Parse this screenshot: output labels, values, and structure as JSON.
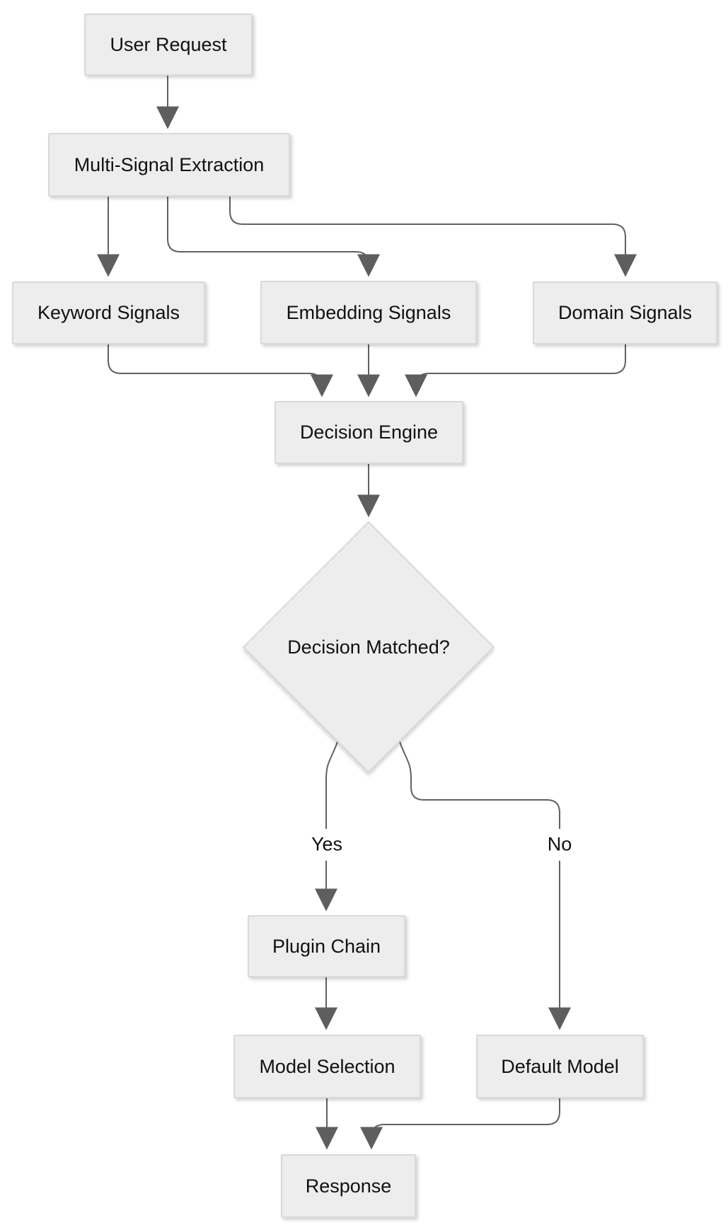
{
  "diagram": {
    "type": "flowchart",
    "direction": "top-down",
    "background": "#ffffff",
    "colors": {
      "node_fill": "#ededed",
      "node_border": "#d9d9d9",
      "edge_line": "#616161",
      "arrowhead": "#5e5e5e",
      "text": "#111111"
    },
    "nodes": {
      "user_request": {
        "label": "User Request",
        "shape": "rect"
      },
      "multi_signal_extraction": {
        "label": "Multi-Signal Extraction",
        "shape": "rect"
      },
      "keyword_signals": {
        "label": "Keyword Signals",
        "shape": "rect"
      },
      "embedding_signals": {
        "label": "Embedding Signals",
        "shape": "rect"
      },
      "domain_signals": {
        "label": "Domain Signals",
        "shape": "rect"
      },
      "decision_engine": {
        "label": "Decision Engine",
        "shape": "rect"
      },
      "decision_matched": {
        "label": "Decision Matched?",
        "shape": "diamond"
      },
      "plugin_chain": {
        "label": "Plugin Chain",
        "shape": "rect"
      },
      "model_selection": {
        "label": "Model Selection",
        "shape": "rect"
      },
      "default_model": {
        "label": "Default Model",
        "shape": "rect"
      },
      "response": {
        "label": "Response",
        "shape": "rect"
      }
    },
    "edge_labels": {
      "yes": "Yes",
      "no": "No"
    },
    "edges": [
      {
        "from": "User Request",
        "to": "Multi-Signal Extraction",
        "label": ""
      },
      {
        "from": "Multi-Signal Extraction",
        "to": "Keyword Signals",
        "label": ""
      },
      {
        "from": "Multi-Signal Extraction",
        "to": "Embedding Signals",
        "label": ""
      },
      {
        "from": "Multi-Signal Extraction",
        "to": "Domain Signals",
        "label": ""
      },
      {
        "from": "Keyword Signals",
        "to": "Decision Engine",
        "label": ""
      },
      {
        "from": "Embedding Signals",
        "to": "Decision Engine",
        "label": ""
      },
      {
        "from": "Domain Signals",
        "to": "Decision Engine",
        "label": ""
      },
      {
        "from": "Decision Engine",
        "to": "Decision Matched?",
        "label": ""
      },
      {
        "from": "Decision Matched?",
        "to": "Plugin Chain",
        "label": "Yes"
      },
      {
        "from": "Decision Matched?",
        "to": "Default Model",
        "label": "No"
      },
      {
        "from": "Plugin Chain",
        "to": "Model Selection",
        "label": ""
      },
      {
        "from": "Model Selection",
        "to": "Response",
        "label": ""
      },
      {
        "from": "Default Model",
        "to": "Response",
        "label": ""
      }
    ]
  }
}
